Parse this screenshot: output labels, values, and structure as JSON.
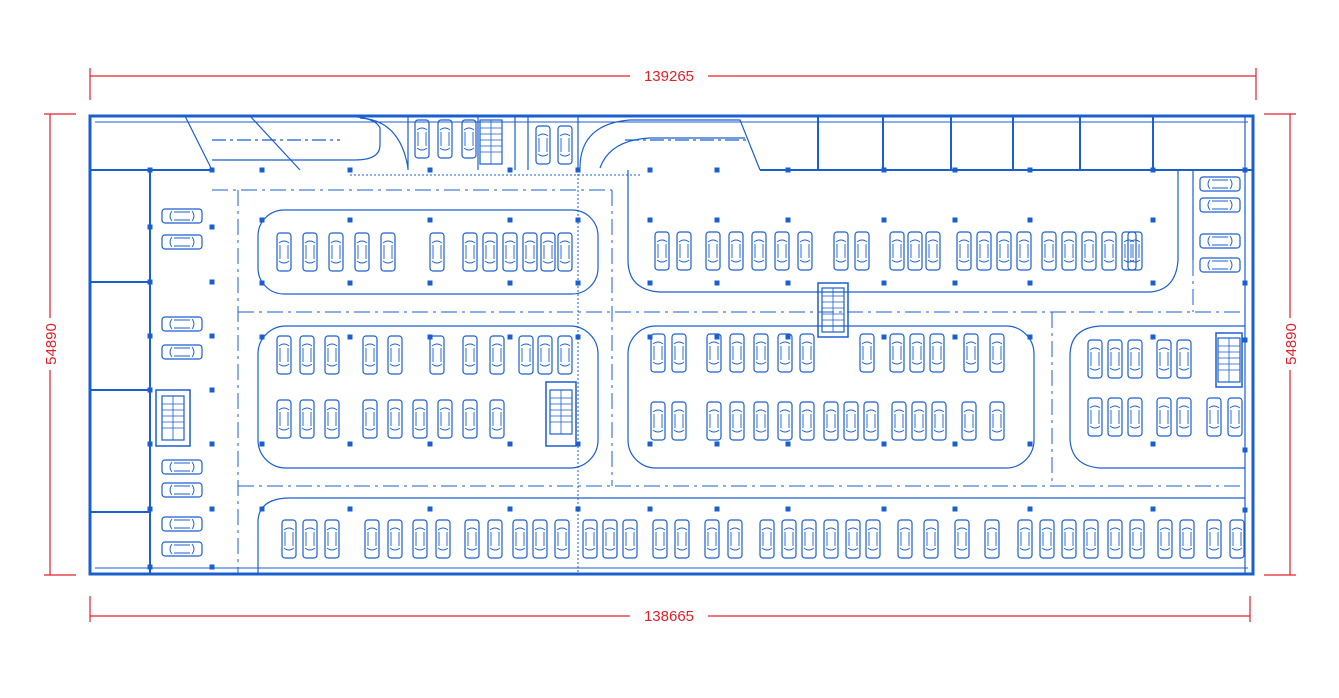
{
  "drawing": {
    "dim_top": "139265",
    "dim_bottom": "138665",
    "dim_left": "54890",
    "dim_right": "54890"
  },
  "colors": {
    "plan_line": "#1a5fd0",
    "dimension_line": "#e0202a",
    "background": "#ffffff"
  }
}
